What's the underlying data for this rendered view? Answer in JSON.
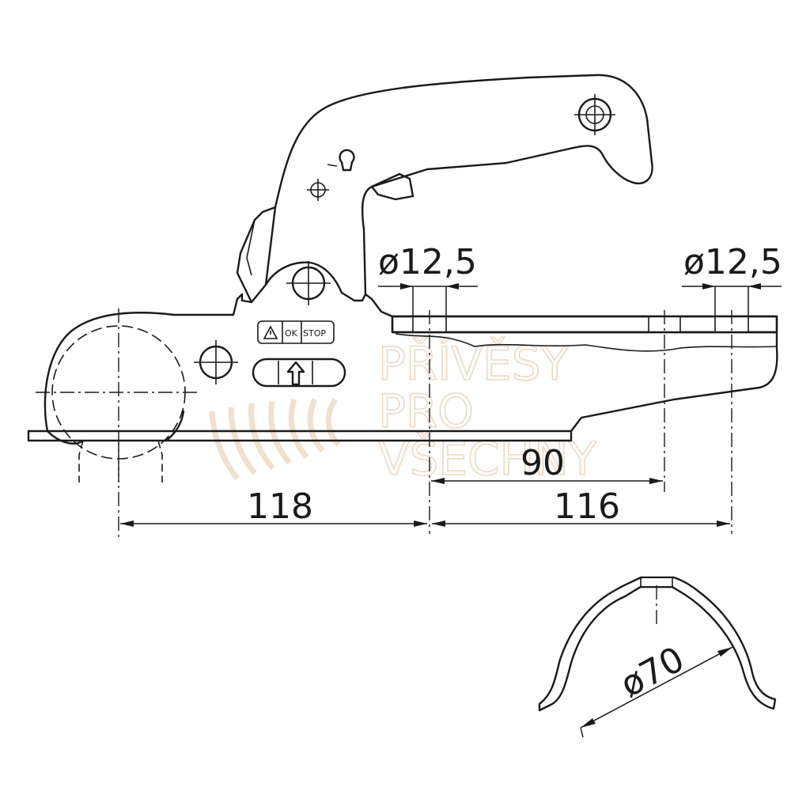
{
  "watermark": {
    "line1": "PŘÍVĚSY",
    "line2": "PRO",
    "line3": "VŠECHNY",
    "color": "#ecd9c4"
  },
  "labels": {
    "ok": "OK",
    "stop": "STOP"
  },
  "dimensions": {
    "hole_left": "ø12,5",
    "hole_right": "ø12,5",
    "d90": "90",
    "d118": "118",
    "d116": "116",
    "d70": "ø70"
  },
  "colors": {
    "line": "#1a1a1a",
    "background": "#ffffff"
  }
}
